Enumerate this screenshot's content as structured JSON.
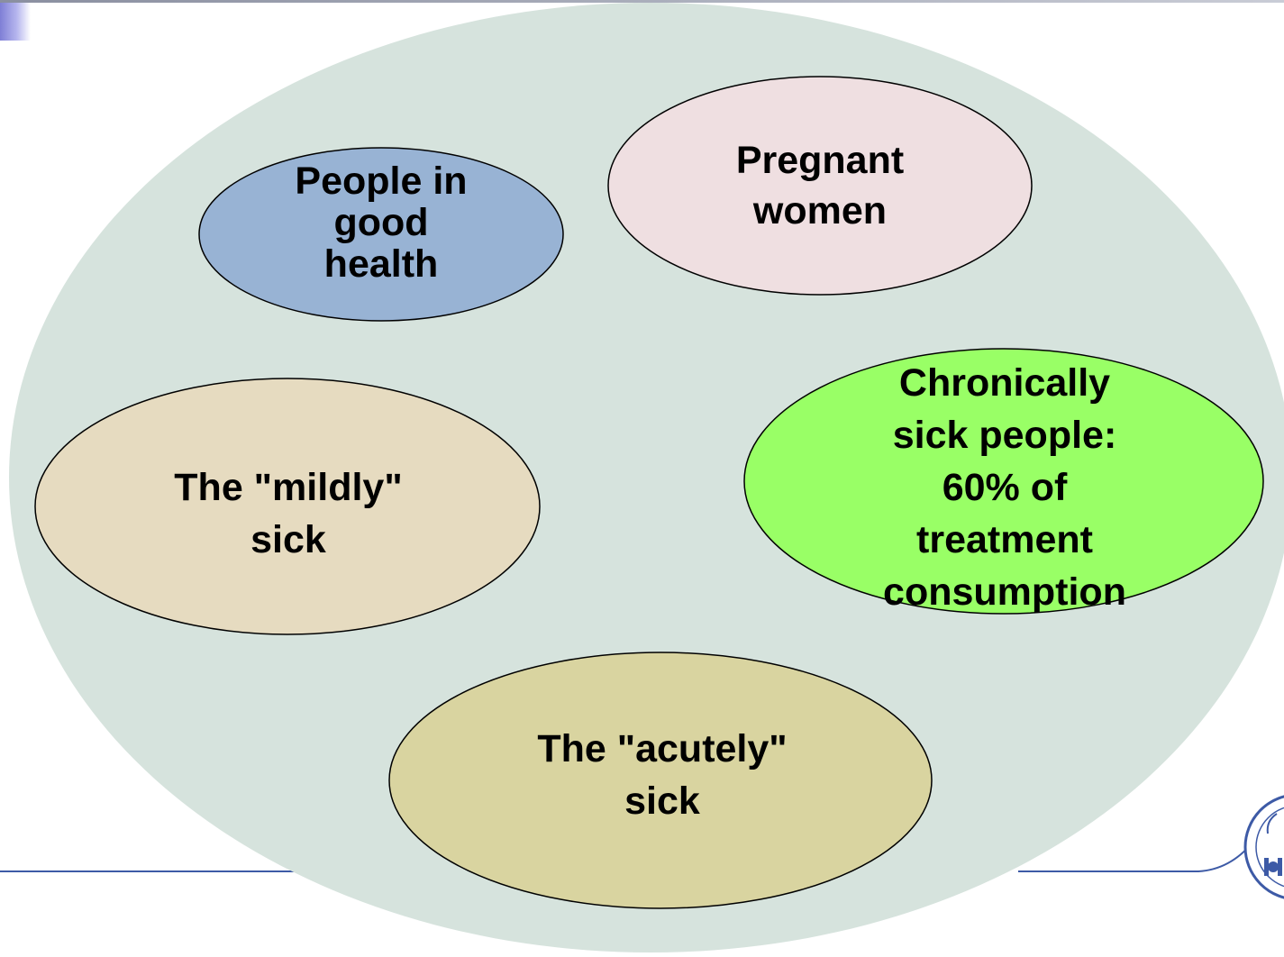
{
  "diagram": {
    "groups": [
      {
        "id": "good-health",
        "label": "People in\ngood\nhealth",
        "fill": "#98b3d4"
      },
      {
        "id": "pregnant",
        "label": "Pregnant\nwomen",
        "fill": "#efdfe1"
      },
      {
        "id": "mildly",
        "label": "The \"mildly\"\nsick",
        "fill": "#e6dbc0"
      },
      {
        "id": "chronic",
        "label": "Chronically\nsick people:\n60% of\ntreatment\nconsumption",
        "fill": "#99ff66"
      },
      {
        "id": "acutely",
        "label": "The \"acutely\"\nsick",
        "fill": "#d9d4a0"
      }
    ],
    "background_fill": "#d6e3dd",
    "rule_color": "#3d5aa6"
  }
}
